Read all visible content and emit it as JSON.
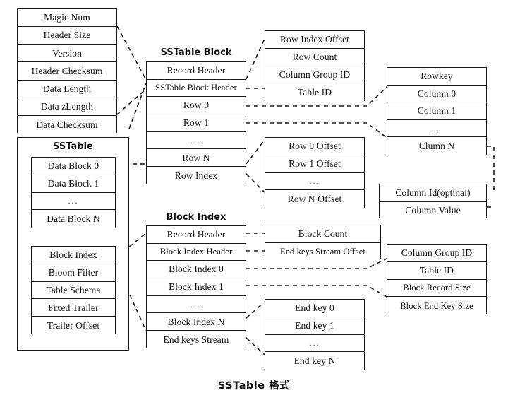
{
  "caption": "SSTable 格式",
  "groups": {
    "record_header": {
      "title": "",
      "rows": [
        "Magic Num",
        "Header Size",
        "Version",
        "Header Checksum",
        "Data Length",
        "Data zLength",
        "Data Checksum"
      ]
    },
    "sstable": {
      "title": "SSTable",
      "data_blocks": [
        "Data Block 0",
        "Data Block 1",
        "...",
        "Data Block N"
      ],
      "trailer": [
        "Block Index",
        "Bloom Filter",
        "Table Schema",
        "Fixed Trailer",
        "Trailer Offset"
      ]
    },
    "sstable_block": {
      "title": "SSTable Block",
      "rows": [
        "Record Header",
        "SSTable Block Header",
        "Row 0",
        "Row 1",
        "...",
        "Row N",
        "Row Index"
      ]
    },
    "sstable_block_header": {
      "title": "",
      "rows": [
        "Row Index Offset",
        "Row Count",
        "Column Group ID",
        "Table ID"
      ]
    },
    "row_index": {
      "title": "",
      "rows": [
        "Row 0 Offset",
        "Row 1 Offset",
        "...",
        "Row N Offset"
      ]
    },
    "row": {
      "title": "",
      "rows": [
        "Rowkey",
        "Column 0",
        "Column 1",
        "...",
        "Clumn N"
      ]
    },
    "column": {
      "title": "",
      "rows": [
        "Column Id(optinal)",
        "Column Value"
      ]
    },
    "block_index": {
      "title": "Block Index",
      "rows": [
        "Record Header",
        "Block Index Header",
        "Block Index 0",
        "Block Index 1",
        "...",
        "Block Index N",
        "End keys Stream"
      ]
    },
    "block_index_header": {
      "title": "",
      "rows": [
        "Block Count",
        "End keys Stream Offset"
      ]
    },
    "block_index_entry": {
      "title": "",
      "rows": [
        "Column Group ID",
        "Table ID",
        "Block Record Size",
        "Block End Key Size"
      ]
    },
    "end_keys_stream": {
      "title": "",
      "rows": [
        "End key 0",
        "End key 1",
        "...",
        "End key N"
      ]
    }
  },
  "colors": {
    "stroke": "#1a1a1a",
    "background": "#ffffff"
  }
}
